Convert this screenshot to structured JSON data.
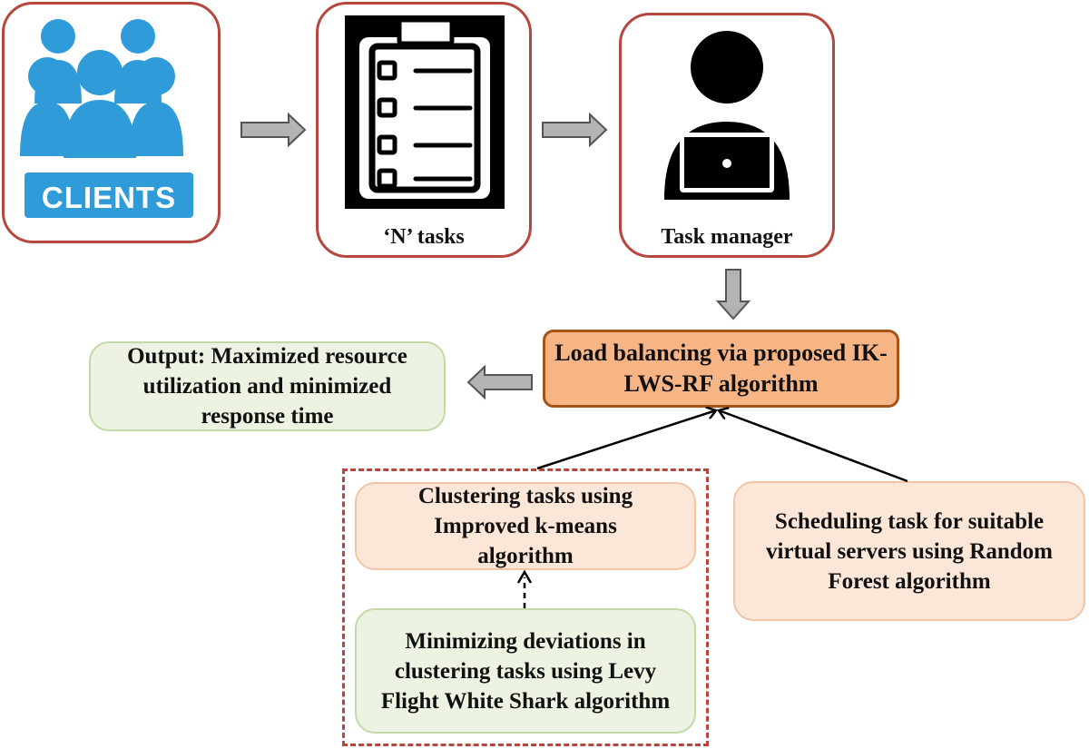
{
  "clients": {
    "badge": "CLIENTS"
  },
  "tasks": {
    "label": "‘N’ tasks"
  },
  "manager": {
    "label": "Task manager"
  },
  "load_balancing": {
    "text": "Load balancing via proposed IK-LWS-RF algorithm"
  },
  "output": {
    "text": "Output: Maximized resource utilization and minimized response time"
  },
  "clustering": {
    "text": "Clustering tasks using Improved k-means algorithm"
  },
  "minimizing": {
    "text": "Minimizing deviations in clustering tasks using Levy Flight White Shark algorithm"
  },
  "scheduling": {
    "text": "Scheduling task for suitable virtual servers using Random Forest algorithm"
  },
  "colors": {
    "card_border": "#b5473e",
    "client_blue": "#2f9bd8",
    "arrow_gray": "#b3b3b3",
    "orange_fill": "#f7b485"
  }
}
